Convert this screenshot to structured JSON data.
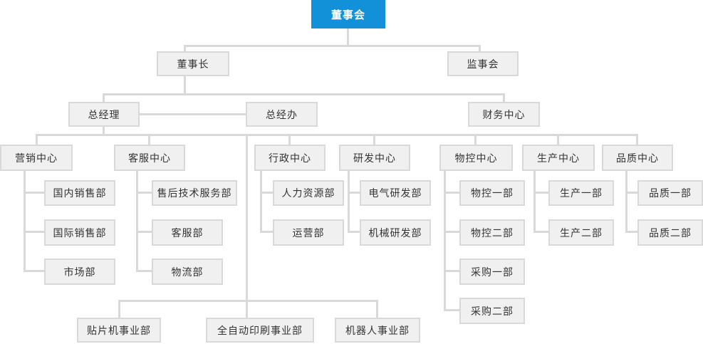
{
  "diagram_type": "org-chart",
  "colors": {
    "root_bg": "#1291d9",
    "root_text": "#ffffff",
    "node_bg": "#f0f0f0",
    "node_border": "#d9d9d9",
    "node_text": "#333333",
    "line": "#d9d9d9"
  },
  "nodes": {
    "board": "董事会",
    "chairman": "董事长",
    "supervisory_board": "监事会",
    "general_manager": "总经理",
    "gm_office": "总经办",
    "finance_center": "财务中心",
    "marketing_center": "营销中心",
    "domestic_sales": "国内销售部",
    "intl_sales": "国际销售部",
    "market_dept": "市场部",
    "cs_center": "客服中心",
    "aftersales_tech": "售后技术服务部",
    "cs_dept": "客服部",
    "logistics": "物流部",
    "admin_center": "行政中心",
    "hr_dept": "人力资源部",
    "operations": "运营部",
    "rd_center": "研发中心",
    "electrical_rd": "电气研发部",
    "mechanical_rd": "机械研发部",
    "material_center": "物控中心",
    "material_1": "物控一部",
    "material_2": "物控二部",
    "purchasing_1": "采购一部",
    "purchasing_2": "采购二部",
    "production_center": "生产中心",
    "production_1": "生产一部",
    "production_2": "生产二部",
    "quality_center": "品质中心",
    "quality_1": "品质一部",
    "quality_2": "品质二部",
    "smt_bu": "贴片机事业部",
    "printing_bu": "全自动印刷事业部",
    "robot_bu": "机器人事业部"
  },
  "edges": [
    [
      "board",
      "chairman"
    ],
    [
      "board",
      "supervisory_board"
    ],
    [
      "chairman",
      "general_manager"
    ],
    [
      "chairman",
      "finance_center"
    ],
    [
      "general_manager",
      "gm_office"
    ],
    [
      "general_manager",
      "marketing_center"
    ],
    [
      "general_manager",
      "cs_center"
    ],
    [
      "general_manager",
      "admin_center"
    ],
    [
      "general_manager",
      "rd_center"
    ],
    [
      "general_manager",
      "material_center"
    ],
    [
      "general_manager",
      "production_center"
    ],
    [
      "general_manager",
      "quality_center"
    ],
    [
      "general_manager",
      "smt_bu"
    ],
    [
      "general_manager",
      "printing_bu"
    ],
    [
      "general_manager",
      "robot_bu"
    ],
    [
      "marketing_center",
      "domestic_sales"
    ],
    [
      "marketing_center",
      "intl_sales"
    ],
    [
      "marketing_center",
      "market_dept"
    ],
    [
      "cs_center",
      "aftersales_tech"
    ],
    [
      "cs_center",
      "cs_dept"
    ],
    [
      "cs_center",
      "logistics"
    ],
    [
      "admin_center",
      "hr_dept"
    ],
    [
      "admin_center",
      "operations"
    ],
    [
      "rd_center",
      "electrical_rd"
    ],
    [
      "rd_center",
      "mechanical_rd"
    ],
    [
      "material_center",
      "material_1"
    ],
    [
      "material_center",
      "material_2"
    ],
    [
      "material_center",
      "purchasing_1"
    ],
    [
      "material_center",
      "purchasing_2"
    ],
    [
      "production_center",
      "production_1"
    ],
    [
      "production_center",
      "production_2"
    ],
    [
      "quality_center",
      "quality_1"
    ],
    [
      "quality_center",
      "quality_2"
    ]
  ]
}
